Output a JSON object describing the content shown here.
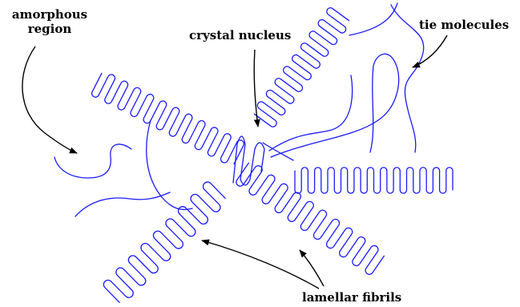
{
  "labels": {
    "amorphous_line1": "amorphous",
    "amorphous_line2": "region",
    "crystal_nucleus": "crystal nucleus",
    "tie_molecules": "tie molecules",
    "lamellar_fibrils": "lamellar fibrils"
  },
  "colors": {
    "polymer_chain": "#1a1aff",
    "annotation_arrow": "#000000",
    "background": "#ffffff"
  }
}
